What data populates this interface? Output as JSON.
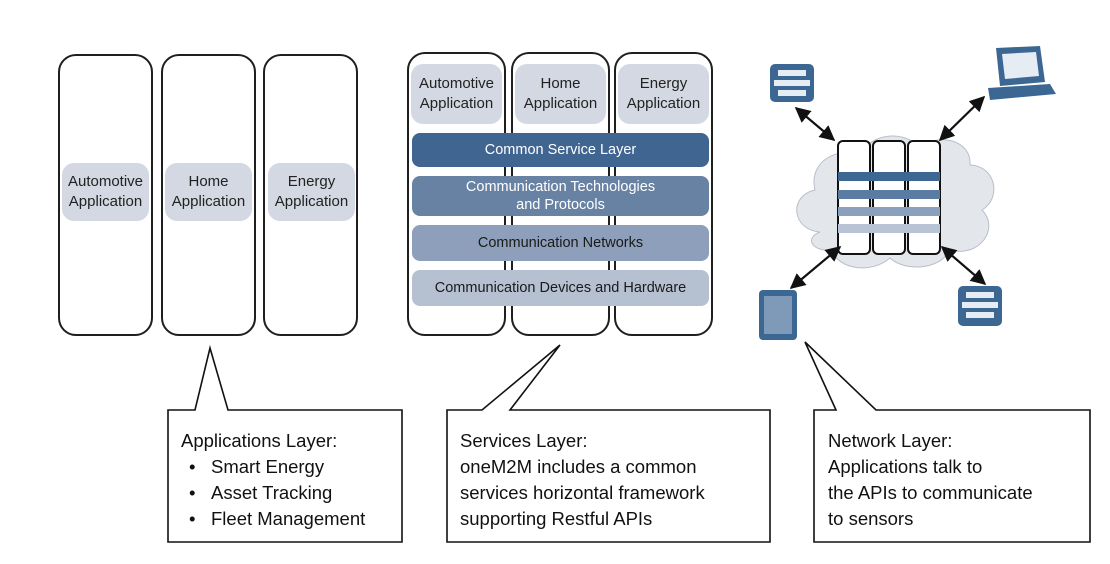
{
  "applications": {
    "pills": [
      "Automotive\nApplication",
      "Home\nApplication",
      "Energy\nApplication"
    ]
  },
  "services": {
    "pills": [
      "Automotive\nApplication",
      "Home\nApplication",
      "Energy\nApplication"
    ],
    "bands": [
      {
        "label": "Common Service Layer",
        "color": "#3f6590",
        "text_color": "#ffffff"
      },
      {
        "label": "Communication Technologies\nand Protocols",
        "color": "#6882a4",
        "text_color": "#ffffff"
      },
      {
        "label": "Communication Networks",
        "color": "#8d9fba",
        "text_color": "#1a1a1a"
      },
      {
        "label": "Communication Devices and Hardware",
        "color": "#b5c0d1",
        "text_color": "#1a1a1a"
      }
    ]
  },
  "callouts": {
    "applications": {
      "title": "Applications Layer:",
      "items": [
        "Smart Energy",
        "Asset Tracking",
        "Fleet Management"
      ]
    },
    "services": {
      "lines": [
        "Services Layer:",
        "oneM2M includes a common",
        "services horizontal framework",
        "supporting Restful APIs"
      ]
    },
    "network": {
      "lines": [
        "Network Layer:",
        "Applications talk to",
        "the APIs to communicate",
        "to sensors"
      ]
    }
  },
  "network": {
    "icons": [
      "sensor-icon",
      "computer-icon",
      "tablet-icon",
      "sensor-icon",
      "server-rack-icon",
      "cloud-icon"
    ],
    "colors": {
      "device": "#3c6792",
      "cloud": "#e3e6eb",
      "rack_bar": "#3c6792"
    }
  }
}
